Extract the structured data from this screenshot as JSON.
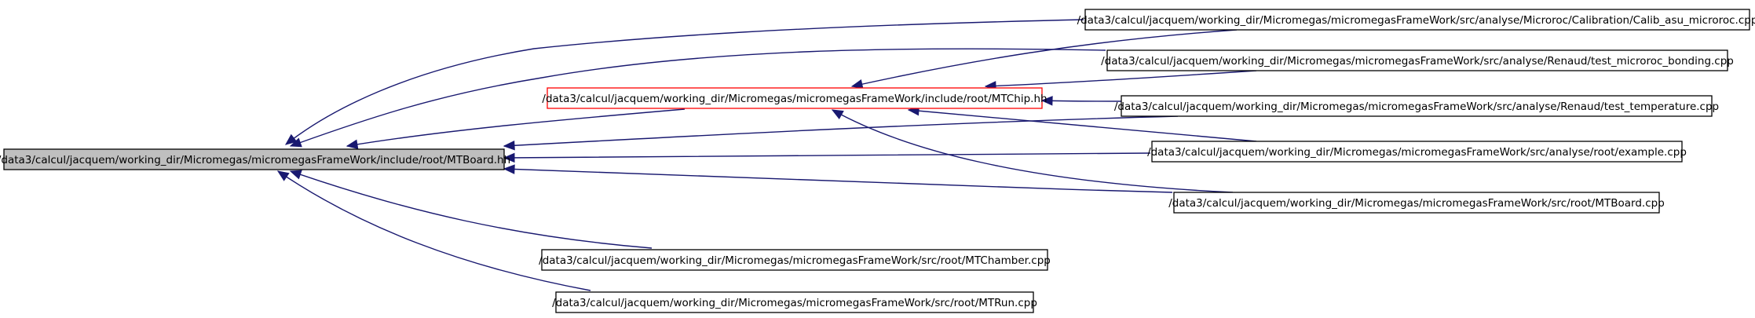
{
  "diagram": {
    "type": "include-dependency-graph",
    "colors": {
      "edge": "#191970",
      "root_fill": "#bfbfbf",
      "root_border": "#000000",
      "highlight_border": "#ff0000",
      "node_border": "#000000",
      "node_fill": "#ffffff"
    },
    "nodes": [
      {
        "id": "mtboard_hh",
        "label": "/data3/calcul/jacquem/working_dir/Micromegas/micromegasFrameWork/include/root/MTBoard.hh",
        "style": "root"
      },
      {
        "id": "mtchip_hh",
        "label": "/data3/calcul/jacquem/working_dir/Micromegas/micromegasFrameWork/include/root/MTChip.hh",
        "style": "highlight"
      },
      {
        "id": "calib_asu",
        "label": "/data3/calcul/jacquem/working_dir/Micromegas/micromegasFrameWork/src/analyse/Microroc/Calibration/Calib_asu_microroc.cpp",
        "style": "normal"
      },
      {
        "id": "test_bonding",
        "label": "/data3/calcul/jacquem/working_dir/Micromegas/micromegasFrameWork/src/analyse/Renaud/test_microroc_bonding.cpp",
        "style": "normal"
      },
      {
        "id": "test_temperature",
        "label": "/data3/calcul/jacquem/working_dir/Micromegas/micromegasFrameWork/src/analyse/Renaud/test_temperature.cpp",
        "style": "normal"
      },
      {
        "id": "example",
        "label": "/data3/calcul/jacquem/working_dir/Micromegas/micromegasFrameWork/src/analyse/root/example.cpp",
        "style": "normal"
      },
      {
        "id": "mtboard_cpp",
        "label": "/data3/calcul/jacquem/working_dir/Micromegas/micromegasFrameWork/src/root/MTBoard.cpp",
        "style": "normal"
      },
      {
        "id": "mtchamber_cpp",
        "label": "/data3/calcul/jacquem/working_dir/Micromegas/micromegasFrameWork/src/root/MTChamber.cpp",
        "style": "normal"
      },
      {
        "id": "mtrun_cpp",
        "label": "/data3/calcul/jacquem/working_dir/Micromegas/micromegasFrameWork/src/root/MTRun.cpp",
        "style": "normal"
      }
    ],
    "edges": [
      {
        "from": "calib_asu",
        "to": "mtboard_hh"
      },
      {
        "from": "test_bonding",
        "to": "mtboard_hh"
      },
      {
        "from": "mtchip_hh",
        "to": "mtboard_hh"
      },
      {
        "from": "test_temperature",
        "to": "mtboard_hh"
      },
      {
        "from": "example",
        "to": "mtboard_hh"
      },
      {
        "from": "mtboard_cpp",
        "to": "mtboard_hh"
      },
      {
        "from": "mtchamber_cpp",
        "to": "mtboard_hh"
      },
      {
        "from": "mtrun_cpp",
        "to": "mtboard_hh"
      },
      {
        "from": "calib_asu",
        "to": "mtchip_hh"
      },
      {
        "from": "test_bonding",
        "to": "mtchip_hh"
      },
      {
        "from": "test_temperature",
        "to": "mtchip_hh"
      },
      {
        "from": "example",
        "to": "mtchip_hh"
      },
      {
        "from": "mtboard_cpp",
        "to": "mtchip_hh"
      }
    ]
  }
}
